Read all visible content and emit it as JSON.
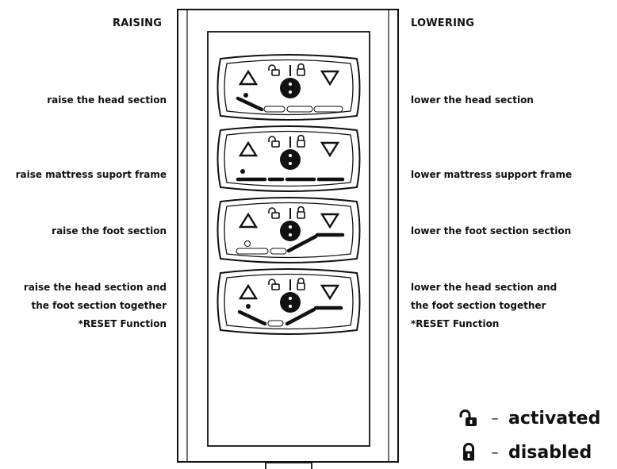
{
  "raising": {
    "heading": "RAISING",
    "items": [
      [
        "raise the head section"
      ],
      [
        "raise mattress suport frame"
      ],
      [
        "raise the foot section"
      ],
      [
        "raise the head section and",
        "the foot section together",
        "*RESET Function"
      ]
    ]
  },
  "lowering": {
    "heading": "LOWERING",
    "items": [
      [
        "lower the head section"
      ],
      [
        "lower mattress support frame"
      ],
      [
        "lower the foot section section"
      ],
      [
        "lower the head section and",
        "the foot section together",
        "*RESET Function"
      ]
    ]
  },
  "legend": [
    {
      "icon": "padlock-open-icon",
      "label": "activated"
    },
    {
      "icon": "padlock-closed-icon",
      "label": "disabled"
    }
  ],
  "colors": {
    "ink": "#111111",
    "background": "#ffffff"
  }
}
